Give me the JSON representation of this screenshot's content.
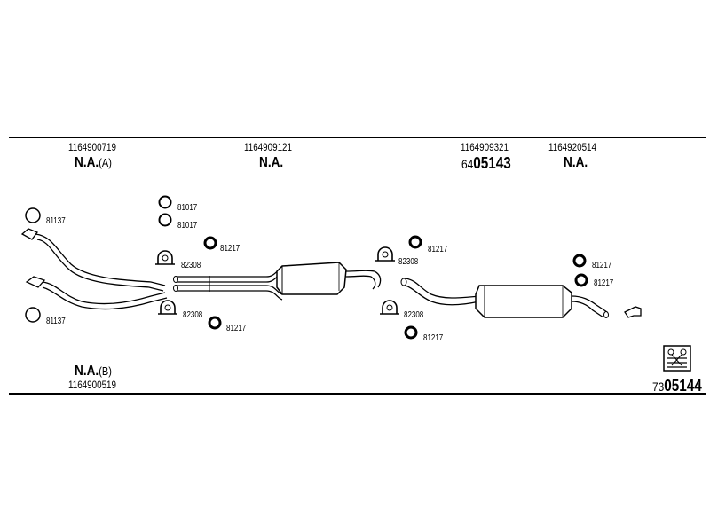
{
  "groups": {
    "front_a": {
      "part_no": "1164900719",
      "status": "N.A.",
      "suffix": "(A)"
    },
    "front_b": {
      "part_no": "1164900519",
      "status": "N.A.",
      "suffix": "(B)"
    },
    "middle": {
      "part_no": "1164909121",
      "status": "N.A."
    },
    "rear": {
      "part_no": "1164909321",
      "code_prefix": "64",
      "code_main": "05143"
    },
    "tail": {
      "part_no": "1164920514",
      "status": "N.A."
    }
  },
  "diagram_code": {
    "prefix": "73",
    "main": "05144"
  },
  "labels": {
    "g_81137_top": "81137",
    "g_81137_bottom": "81137",
    "r_81017_a": "81017",
    "r_81017_b": "81017",
    "h_81217_mid": "81217",
    "c_82308_mid_top": "82308",
    "c_82308_mid_bottom": "82308",
    "h_81217_mid_bottom": "81217",
    "c_82308_rear_top": "82308",
    "h_81217_rear_top": "81217",
    "c_82308_rear_bottom": "82308",
    "h_81217_rear_bottom": "81217",
    "h_81217_tail_a": "81217",
    "h_81217_tail_b": "81217"
  },
  "icons": [
    "gasket-icon",
    "rubber-ring-icon",
    "clamp-icon",
    "hanger-icon",
    "muffler-icon",
    "tailpipe-icon",
    "vehicle-info-icon"
  ]
}
